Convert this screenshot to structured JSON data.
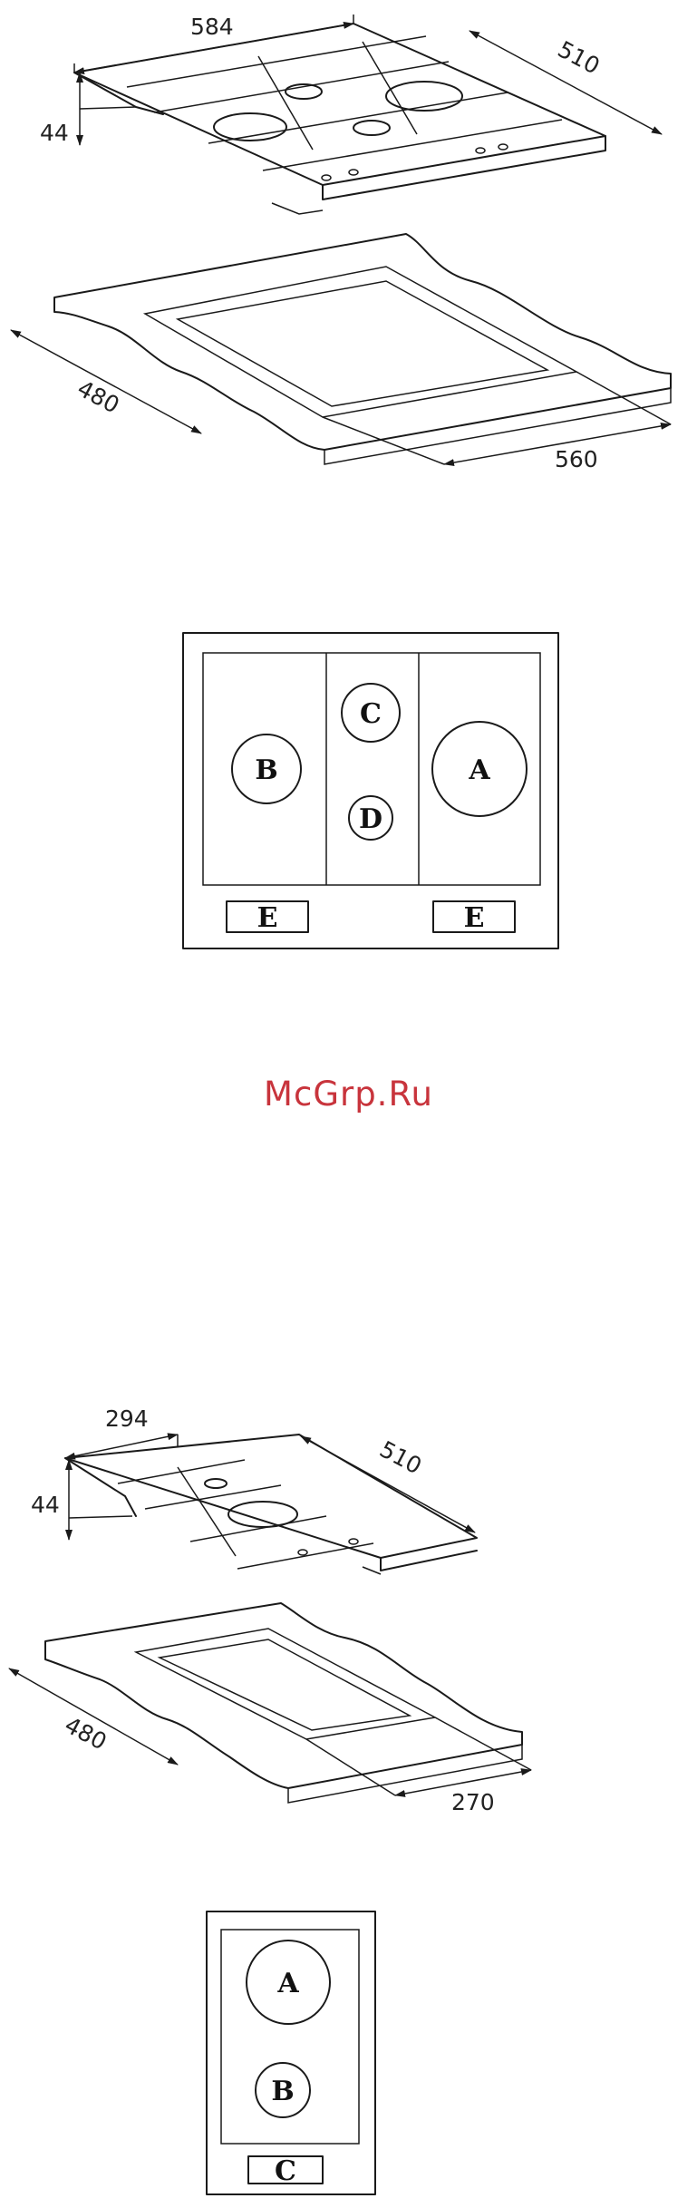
{
  "top_unit": {
    "dims": {
      "width": "584",
      "depth": "510",
      "height": "44",
      "cutout_depth": "480",
      "cutout_width": "560"
    },
    "zones": {
      "a": "A",
      "b": "B",
      "c": "C",
      "d": "D",
      "e_left": "E",
      "e_right": "E"
    }
  },
  "watermark": "McGrp.Ru",
  "bottom_unit": {
    "dims": {
      "width": "294",
      "depth": "510",
      "height": "44",
      "cutout_depth": "480",
      "cutout_width": "270"
    },
    "zones": {
      "a": "A",
      "b": "B",
      "c": "C"
    }
  }
}
